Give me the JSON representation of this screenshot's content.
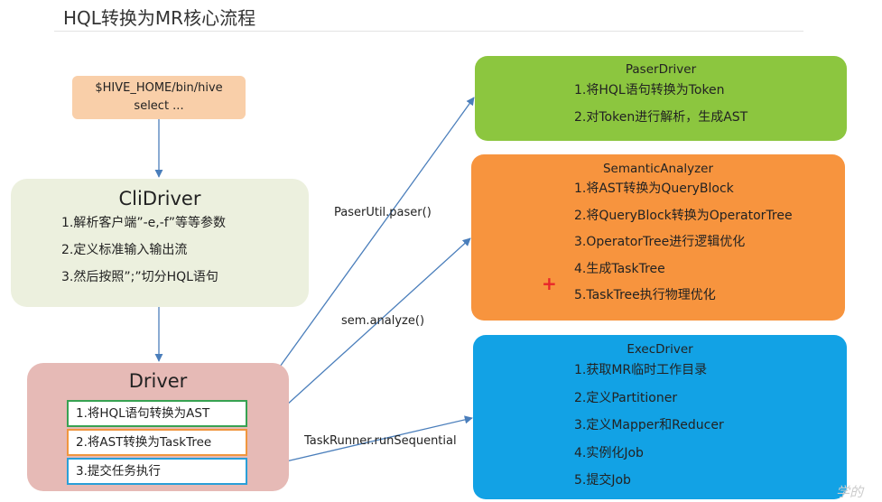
{
  "title": "HQL转换为MR核心流程",
  "hive_box": {
    "line1": "$HIVE_HOME/bin/hive",
    "line2": "select ..."
  },
  "cli_driver": {
    "title": "CliDriver",
    "items": [
      "1.解析客户端”-e,-f”等等参数",
      "2.定义标准输入输出流",
      "3.然后按照”;”切分HQL语句"
    ]
  },
  "driver": {
    "title": "Driver",
    "steps": [
      "1.将HQL语句转换为AST",
      "2.将AST转换为TaskTree",
      "3.提交任务执行"
    ]
  },
  "paser_driver": {
    "title": "PaserDriver",
    "items": [
      "1.将HQL语句转换为Token",
      "2.对Token进行解析，生成AST"
    ]
  },
  "semantic_analyzer": {
    "title": "SemanticAnalyzer",
    "items": [
      "1.将AST转换为QueryBlock",
      "2.将QueryBlock转换为OperatorTree",
      "3.OperatorTree进行逻辑优化",
      "4.生成TaskTree",
      "5.TaskTree执行物理优化"
    ]
  },
  "exec_driver": {
    "title": "ExecDriver",
    "items": [
      "1.获取MR临时工作目录",
      "2.定义Partitioner",
      "3.定义Mapper和Reducer",
      "4.实例化Job",
      "5.提交Job"
    ]
  },
  "edge_labels": {
    "paser": "PaserUtil.paser()",
    "semantic": "sem.analyze()",
    "task": "TaskRunner.runSequential"
  },
  "plus_mark": "+",
  "watermark": "学的",
  "colors": {
    "hive_box": "#f9cfa9",
    "cli_driver": "#ecf0de",
    "driver": "#e6bab6",
    "paser_driver": "#8cc63f",
    "semantic_analyzer": "#f7943e",
    "exec_driver": "#12a2e5",
    "arrow": "#4a7ebb"
  }
}
